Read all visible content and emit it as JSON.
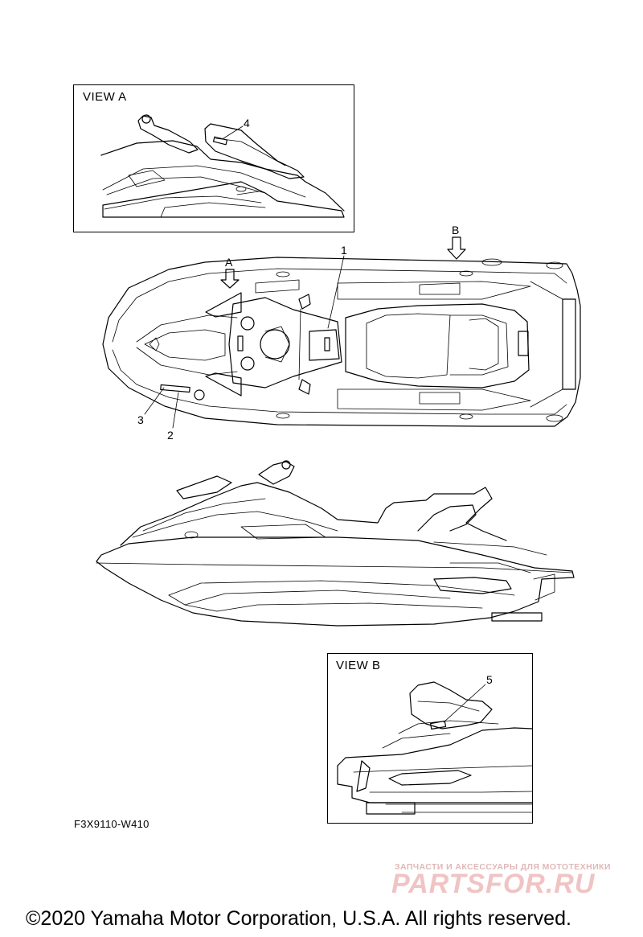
{
  "view_a": {
    "label": "VIEW A"
  },
  "view_b": {
    "label": "VIEW B"
  },
  "arrows": {
    "a": "A",
    "b": "B"
  },
  "callouts": [
    "1",
    "2",
    "3",
    "4",
    "5"
  ],
  "drawing_code": "F3X9110-W410",
  "watermark": {
    "tagline": "ЗАПЧАСТИ И АКСЕССУАРЫ ДЛЯ МОТОТЕХНИКИ",
    "logo": "PARTSFOR.RU"
  },
  "copyright": "©2020 Yamaha Motor Corporation, U.S.A. All rights reserved."
}
